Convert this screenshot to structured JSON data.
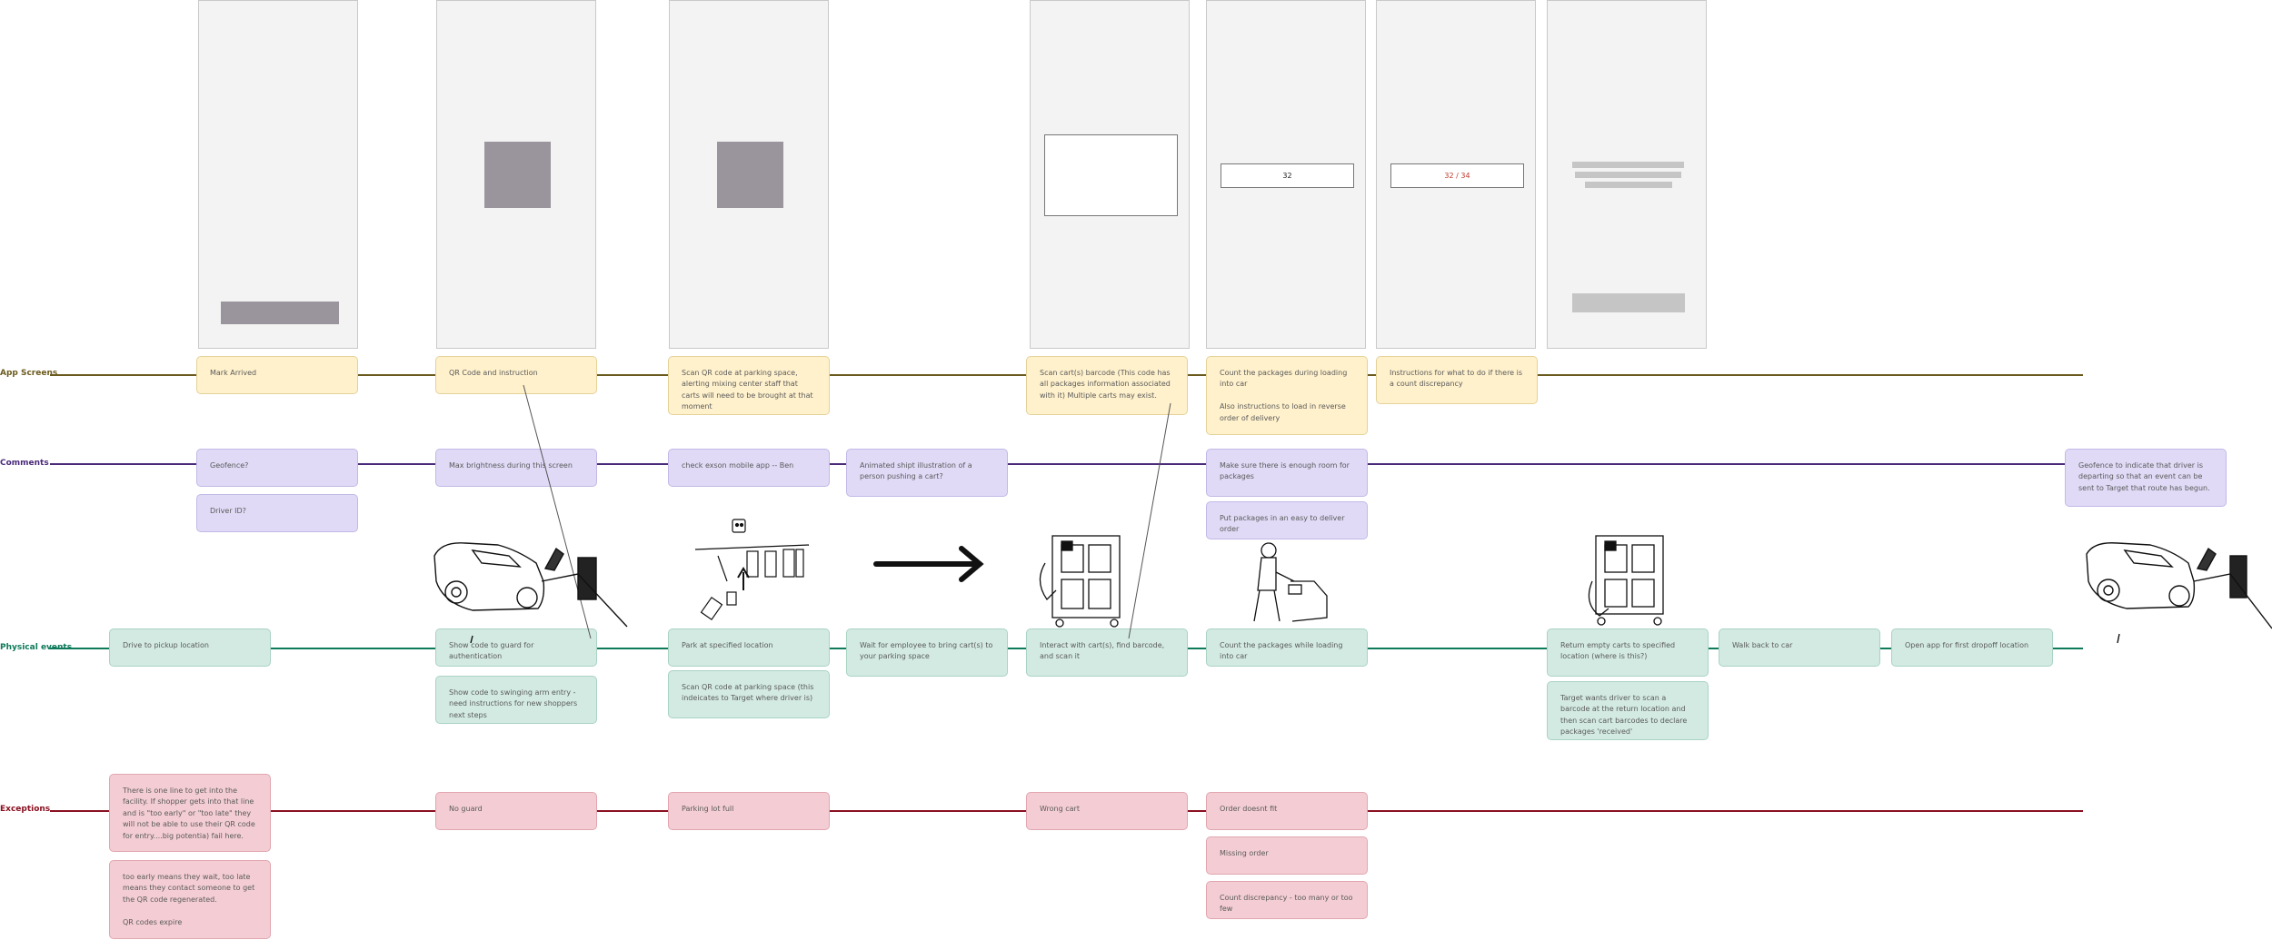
{
  "lanes": {
    "app_screens": "App Screens",
    "comments": "Comments",
    "physical_events": "Physical events",
    "exceptions": "Exceptions"
  },
  "colors": {
    "app_screens": "#6b5a1e",
    "comments": "#4b2a7a",
    "physical_events": "#0e7a5a",
    "exceptions": "#8a1020",
    "yellow_card": "#fff1cc",
    "purple_card": "#e0daf6",
    "green_card": "#d3eae2",
    "red_card": "#f3cdd3"
  },
  "screens": {
    "count_value": "32",
    "count_discrepancy": "32 / 34"
  },
  "app_cards": [
    "Mark Arrived",
    "QR Code and instruction",
    "Scan QR code at parking space, alerting mixing center staff that carts will need to be brought at that moment",
    "Scan cart(s) barcode (This code has all packages information associated with it) Multiple carts may exist.",
    "Count the packages during loading into car\n\nAlso instructions to load in reverse order of delivery",
    "Instructions for what to do if there is a count discrepancy"
  ],
  "comment_cards": [
    "Geofence?",
    "Driver ID?",
    "Max brightness during this screen",
    "check exson mobile app -- Ben",
    "Animated shipt illustration of a person pushing a cart?",
    "Make sure there is enough room for packages",
    "Put packages in an easy to deliver order",
    "Geofence to indicate that driver is departing so that an event can be sent to Target that route has begun."
  ],
  "physical_cards": [
    "Drive to pickup location",
    "Show code to guard for authentication",
    "Show code to swinging arm entry - need instructions for new shoppers next steps",
    "Park at specified location",
    "Scan QR code at parking space (this indeicates to Target where driver is)",
    "Wait for employee to bring cart(s) to your parking space",
    "Interact with cart(s), find barcode, and scan it",
    "Count the packages while loading into car",
    "Return empty carts to specified location (where is this?)",
    "Target wants driver to scan a barcode at the return location and then scan cart barcodes to declare packages 'received'",
    "Walk back to car",
    "Open app for first dropoff location"
  ],
  "exception_cards": [
    "There is one line to get into the facility.  If shopper gets into that line and is \"too early\" or \"too late\" they will not be able to use their QR code for entry....big potentia) fail here.",
    " too early means they wait, too late means they contact someone to get the QR code regenerated.\n\nQR codes expire",
    "No guard",
    "Parking lot full",
    "Wrong cart",
    "Order doesnt fit",
    "Missing order",
    "Count discrepancy - too many or too few"
  ],
  "illustrations": [
    "car-at-gate-illustration",
    "parking-illustration",
    "arrow-right-icon",
    "cart-illustration",
    "person-loading-illustration",
    "cart-return-illustration",
    "car-departing-illustration"
  ]
}
